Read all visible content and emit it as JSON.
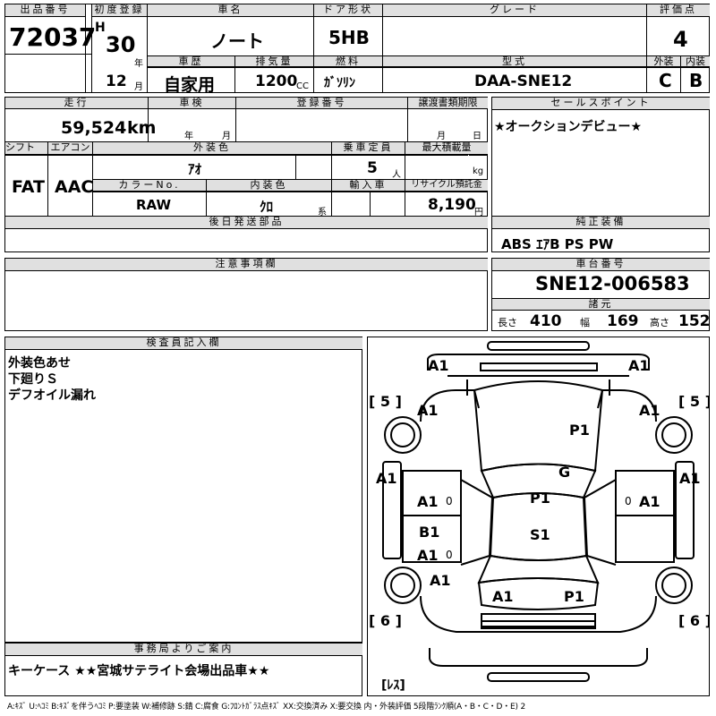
{
  "top": {
    "lot_no_label": "出品番号",
    "lot_no": "72037",
    "first_reg_label": "初度登録",
    "era": "H",
    "year": "30",
    "year_unit": "年",
    "month": "12",
    "month_unit": "月",
    "car_name_label": "車名",
    "car_name": "ノート",
    "door_label": "ドア形状",
    "door": "5HB",
    "grade_label": "グレード",
    "grade": "",
    "score_label": "評価点",
    "score": "4",
    "history_label": "車歴",
    "history": "自家用",
    "displacement_label": "排気量",
    "displacement": "1200",
    "displacement_unit": "CC",
    "fuel_label": "燃料",
    "fuel": "ｶﾞｿﾘﾝ",
    "model_label": "型式",
    "model": "DAA-SNE12",
    "ext_label": "外装",
    "ext_grade": "C",
    "int_label": "内装",
    "int_grade": "B"
  },
  "mid": {
    "mileage_label": "走行",
    "mileage": "59,524",
    "mileage_unit": "km",
    "inspection_label": "車検",
    "insp_year_unit": "年",
    "insp_month_unit": "月",
    "reg_no_label": "登録番号",
    "reg_no": "",
    "transfer_label": "譲渡書類期限",
    "transfer_month": "月",
    "transfer_day": "日",
    "shift_label": "シフト",
    "shift": "FAT",
    "ac_label": "エアコン",
    "ac": "AAC",
    "color_label": "外装色",
    "color": "ｱｵ",
    "capacity_label": "乗車定員",
    "capacity": "5",
    "capacity_unit": "人",
    "load_label": "最大積載量",
    "load_unit": "kg",
    "color_no_label": "カラーNo.",
    "color_no": "RAW",
    "interior_label": "内装色",
    "interior": "ｸﾛ",
    "interior_unit": "系",
    "import_label": "輸入車",
    "recycle_label": "リサイクル預託金",
    "recycle": "8,190",
    "recycle_unit": "円",
    "later_parts_label": "後日発送部品",
    "sales_point_label": "セールスポイント",
    "sales_point": "★オークションデビュー★",
    "equipment_label": "純正装備",
    "equipment": "ABS ｴｱB PS PW"
  },
  "notes": {
    "label": "注意事項欄"
  },
  "chassis": {
    "label": "車台番号",
    "value": "SNE12-006583",
    "spec_label": "諸元",
    "length_label": "長さ",
    "length": "410",
    "width_label": "幅",
    "width": "169",
    "height_label": "高さ",
    "height": "152"
  },
  "inspector": {
    "label": "検査員記入欄",
    "lines": [
      "外装色あせ",
      "下廻りＳ",
      "デフオイル漏れ"
    ]
  },
  "office": {
    "label": "事務局よりご案内",
    "text": "キーケース ★★宮城サテライト会場出品車★★"
  },
  "diagram": {
    "bracket_5_left": "[ 5 ]",
    "bracket_5_right": "[ 5 ]",
    "bracket_6_left": "[ 6 ]",
    "bracket_6_right": "[ 6 ]",
    "bracket_less": "[ﾚｽ]",
    "marks": {
      "a1_front_left": "A1",
      "a1_front_right": "A1",
      "a1_fender_left": "A1",
      "a1_fender_right": "A1",
      "p1_hood": "P1",
      "g_windshield": "G",
      "a1_side_left": "A1",
      "a1_side_right": "A1",
      "a1_door_left": "A1",
      "zero_left": "0",
      "p1_roof": "P1",
      "a1_door_right": "A1",
      "zero_right": "0",
      "b1_door_left": "B1",
      "a1_rdoor_left": "A1",
      "zero_left2": "0",
      "s1_roof": "S1",
      "a1_rear_left": "A1",
      "a1_trunk": "A1",
      "p1_trunk": "P1"
    }
  },
  "legend": "A:ｷｽﾞ U:ﾍｺﾐ B:ｷｽﾞを伴うﾍｺﾐ P:要塗装 W:補修跡 S:錆 C:腐食 G:ﾌﾛﾝﾄｶﾞﾗｽ点ｷｽﾞ XX:交換済み X:要交換 内・外装評価 5段階ﾗﾝｸ順(A・B・C・D・E) 2"
}
